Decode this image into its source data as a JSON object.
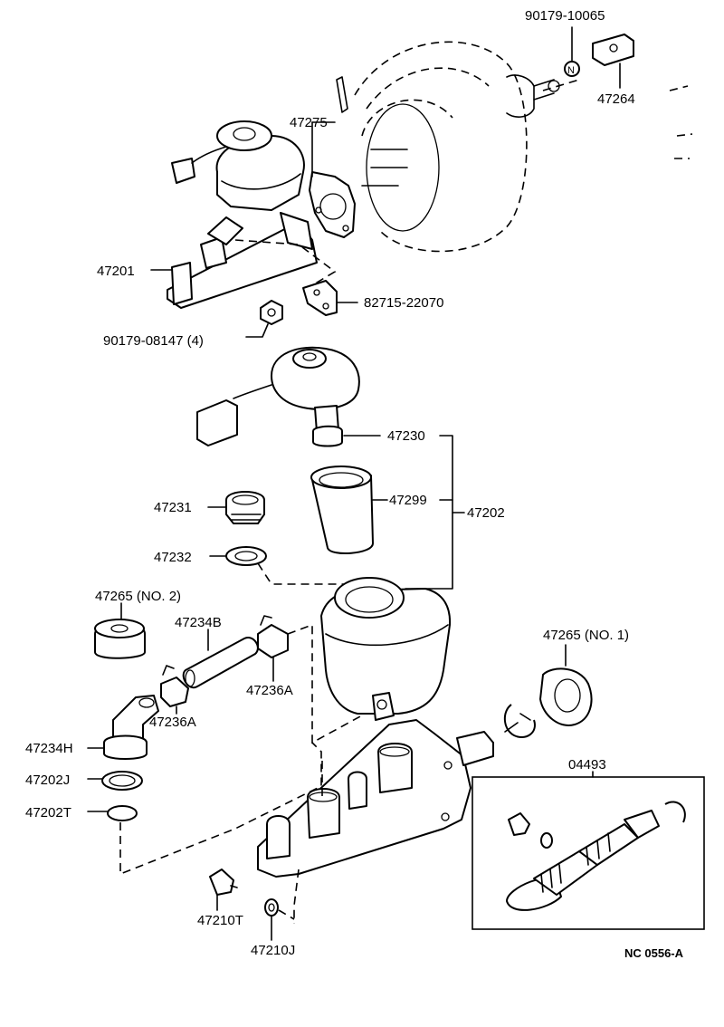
{
  "labels": {
    "p90179_10065": "90179-10065",
    "p47264": "47264",
    "p47275": "47275",
    "p47201": "47201",
    "p82715_22070": "82715-22070",
    "p90179_08147": "90179-08147 (4)",
    "p47230": "47230",
    "p47299": "47299",
    "p47202": "47202",
    "p47231": "47231",
    "p47232": "47232",
    "p47265_no2": "47265 (NO. 2)",
    "p47234B": "47234B",
    "p47236A_right": "47236A",
    "p47236A_left": "47236A",
    "p47234H": "47234H",
    "p47202J": "47202J",
    "p47202T": "47202T",
    "p47265_no1": "47265 (NO. 1)",
    "p04493": "04493",
    "p47210T": "47210T",
    "p47210J": "47210J",
    "drawing_code": "NC 0556-A",
    "nut_letter": "N"
  }
}
